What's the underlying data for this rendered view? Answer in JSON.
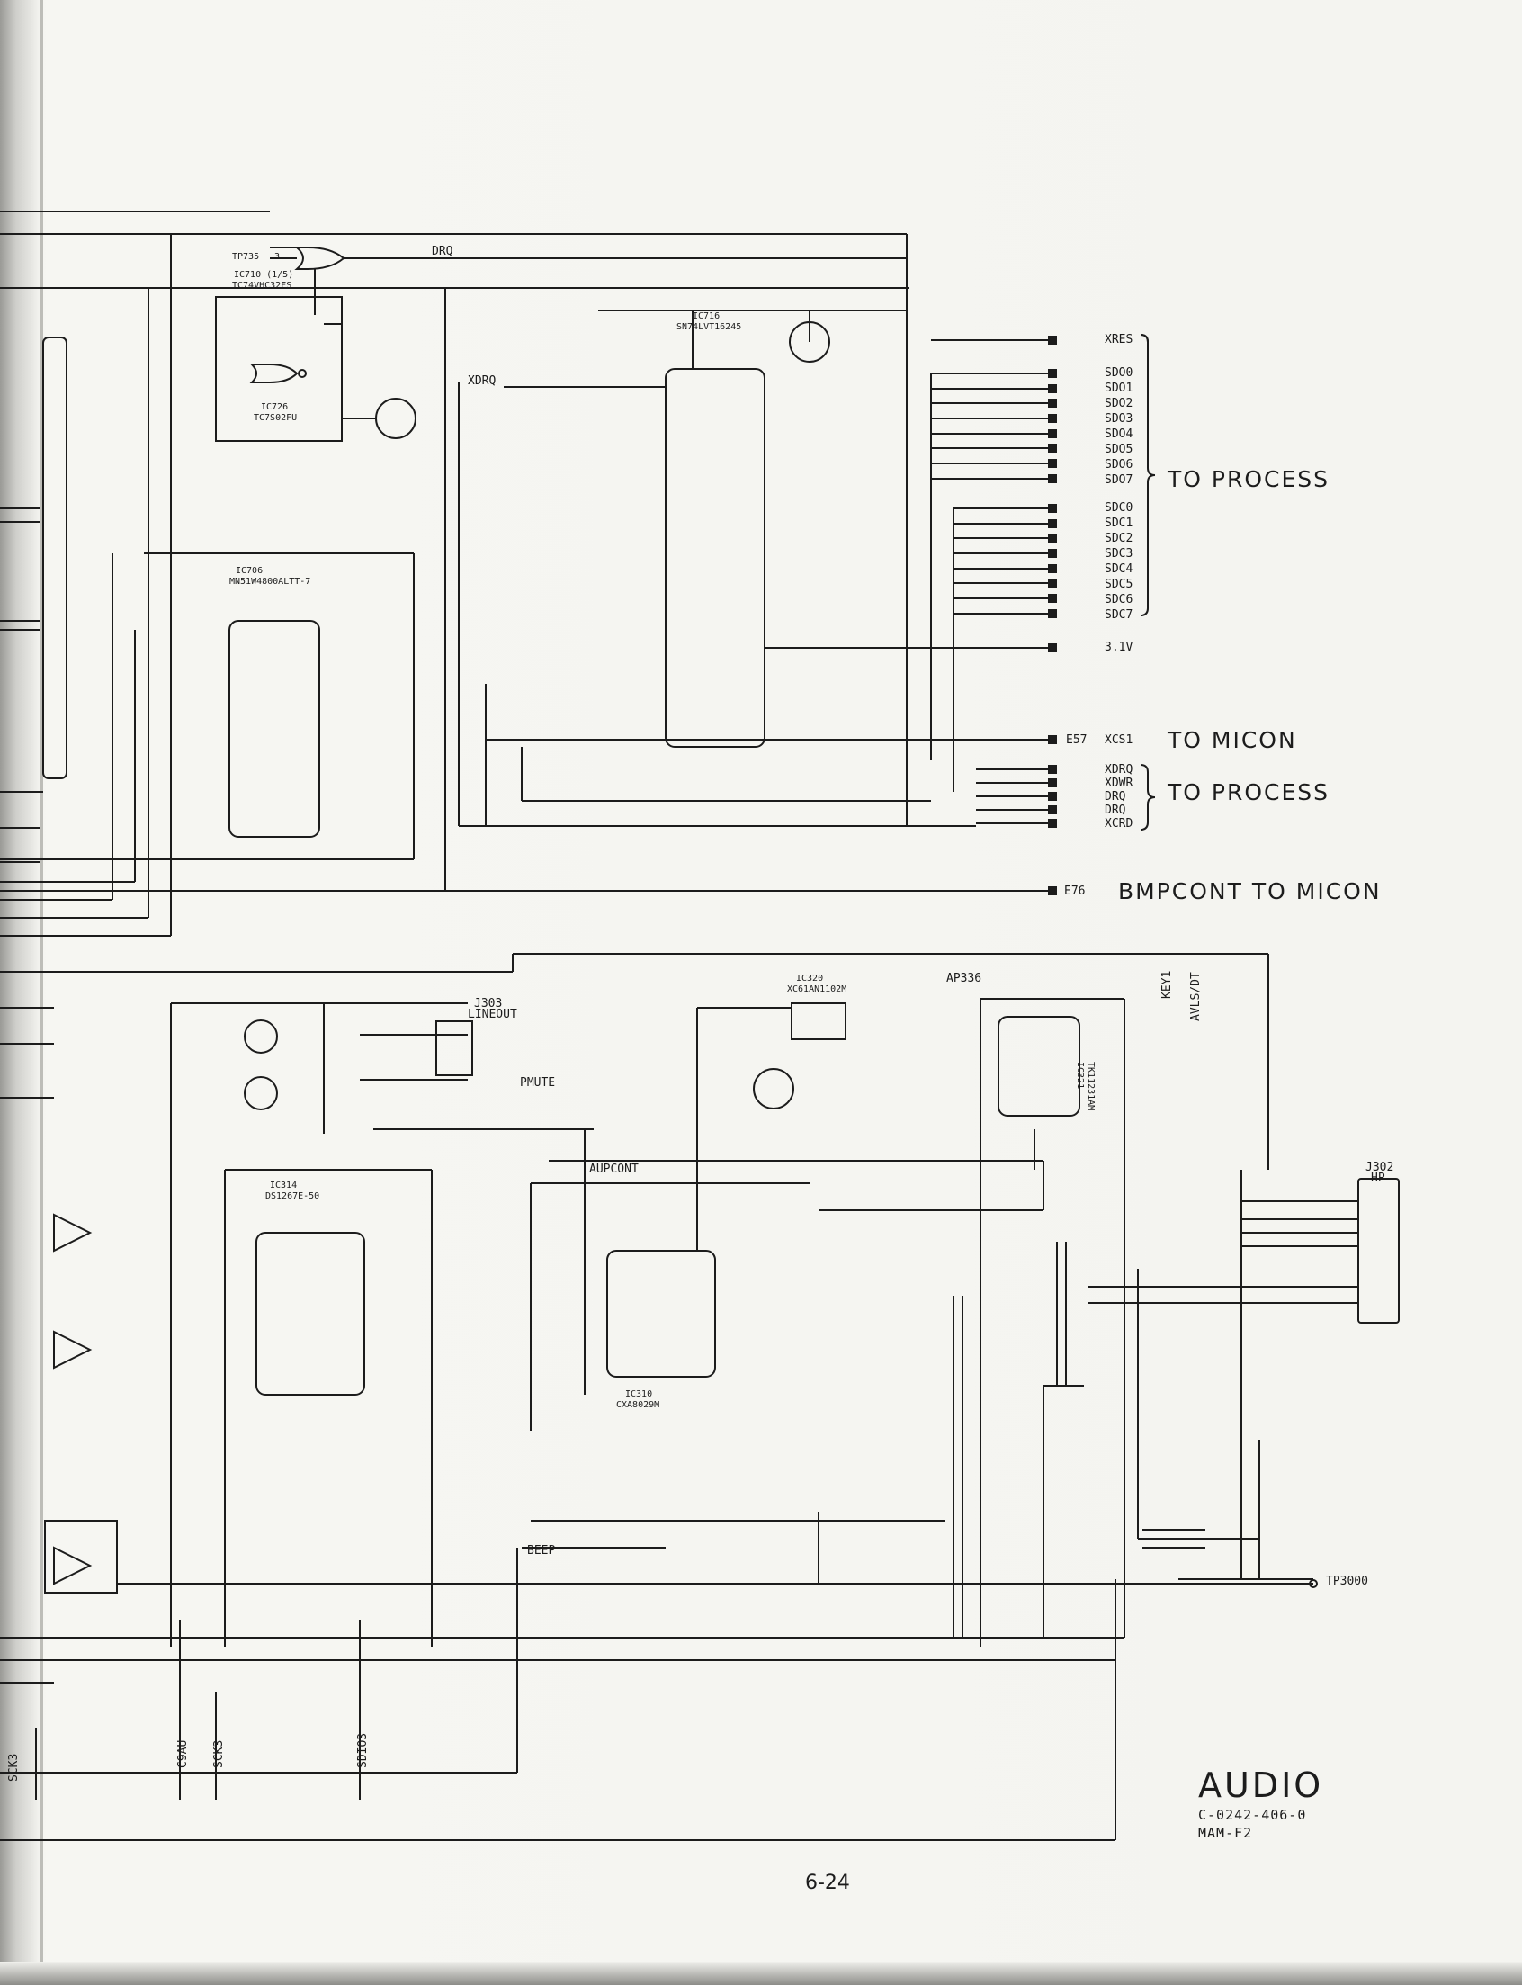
{
  "title_block": {
    "title": "AUDIO",
    "doc_number": "C-0242-406-0",
    "model": "MAM-F2",
    "page_number": "6-24"
  },
  "outputs": {
    "to_process_1": "TO PROCESS",
    "to_micon_1": "TO MICON",
    "to_process_2": "TO PROCESS",
    "bmpcont": "BMPCONT TO MICON",
    "xcs1": "XCS1",
    "e57": "E57",
    "e76": "E76",
    "v31": "3.1V",
    "xres": "XRES"
  },
  "sdo_signals": [
    "SDO0",
    "SDO1",
    "SDO2",
    "SDO3",
    "SDO4",
    "SDO5",
    "SDO6",
    "SDO7"
  ],
  "sdc_signals": [
    "SDC0",
    "SDC1",
    "SDC2",
    "SDC3",
    "SDC4",
    "SDC5",
    "SDC6",
    "SDC7"
  ],
  "bus_signals": [
    "XDRQ",
    "XDWR",
    "DRQ",
    "DRQ",
    "XCRD"
  ],
  "ics": {
    "ic710": "IC710 (1/5)",
    "ic710_part": "TC74VHC32FS",
    "ic726": "IC726",
    "ic726_part": "TC7S02FU",
    "ic706": "IC706",
    "ic706_part": "MN51W4800ALTT-7",
    "ic716": "IC716",
    "ic716_part": "SN74LVT16245",
    "ic314": "IC314",
    "ic314_part": "DS1267E-50",
    "ic310": "IC310",
    "ic310_part": "CXA8029M",
    "ic320": "IC320",
    "ic320_part": "XC61AN1102M",
    "ic321": "IC321",
    "ic321_part": "TK11231AM"
  },
  "net_labels": {
    "pmute": "PMUTE",
    "aupcont": "AUPCONT",
    "beep": "BEEP",
    "lineout": "LINEOUT",
    "j303": "J303",
    "j302": "J302",
    "hp": "HP",
    "tp3000": "TP3000",
    "key1": "KEY1",
    "avls": "AVLS/DT",
    "sck3": "SCK3",
    "c9au": "C9AU",
    "sck3b": "SCK3",
    "sd103": "SDIO3",
    "ap336": "AP336",
    "xdrq_top": "XDRQ",
    "drq_top": "DRQ"
  }
}
